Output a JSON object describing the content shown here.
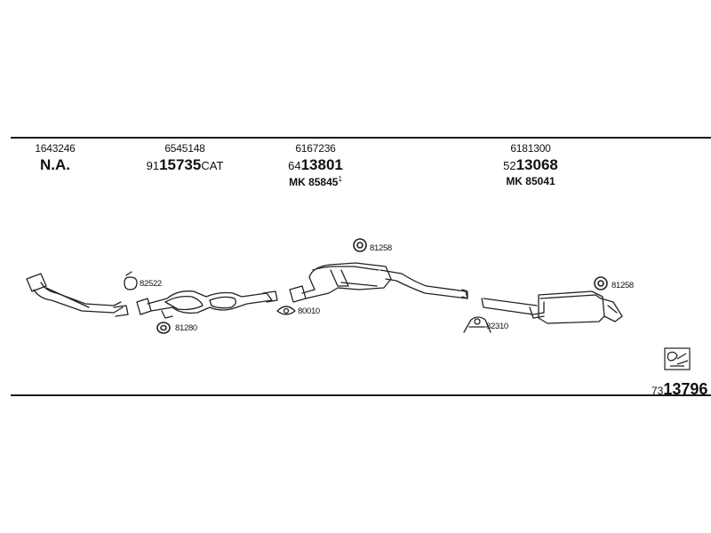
{
  "columns": [
    {
      "code": "1643246",
      "main": "N.A."
    },
    {
      "code": "6545148",
      "main_prefix": "91",
      "main_bold": "15735",
      "main_suffix": "CAT"
    },
    {
      "code": "6167236",
      "main_prefix": "64",
      "main_bold": "13801",
      "mk": "MK 85845",
      "mk_sup": "1"
    },
    {
      "code": "6181300",
      "main_prefix": "52",
      "main_bold": "13068",
      "mk": "MK 85041"
    }
  ],
  "labels": {
    "l82522": "82522",
    "l81280": "81280",
    "l80010": "80010",
    "l81258a": "81258",
    "l82310": "82310",
    "l81258b": "81258"
  },
  "assembly": {
    "prefix": "73",
    "bold": "13796"
  }
}
